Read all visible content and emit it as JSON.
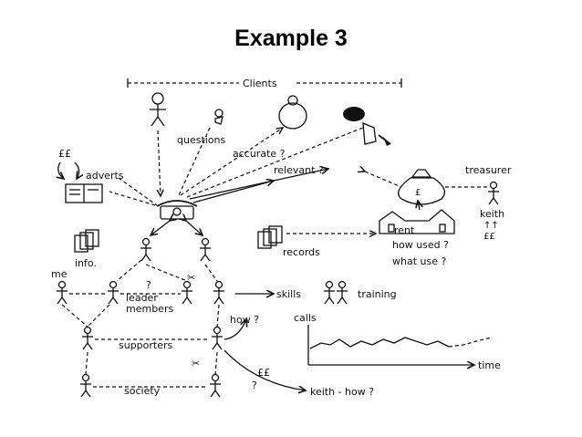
{
  "title": "Example 3",
  "labels": {
    "clients": "Clients",
    "questions": "questions",
    "accurate": "accurate ?",
    "relevant": "relevant ?",
    "adverts": "adverts",
    "pounds": "££",
    "treasurer": "treasurer",
    "keith": "keith",
    "keith_arrows": "↑↑",
    "keith_pounds": "££",
    "rent": "rent",
    "how_used": "how used ?",
    "what_use": "what use ?",
    "records": "records",
    "info": "info.",
    "me": "me",
    "leader": "leader",
    "members": "members",
    "question_mark": "?",
    "skills": "skills",
    "training": "training",
    "how": "how ?",
    "calls": "calls",
    "time": "time",
    "supporters": "supporters",
    "society": "society",
    "pounds2": "££",
    "question_mark2": "?",
    "keith_how": "keith - how ?"
  },
  "colors": {
    "ink": "#111111",
    "background": "#ffffff"
  }
}
